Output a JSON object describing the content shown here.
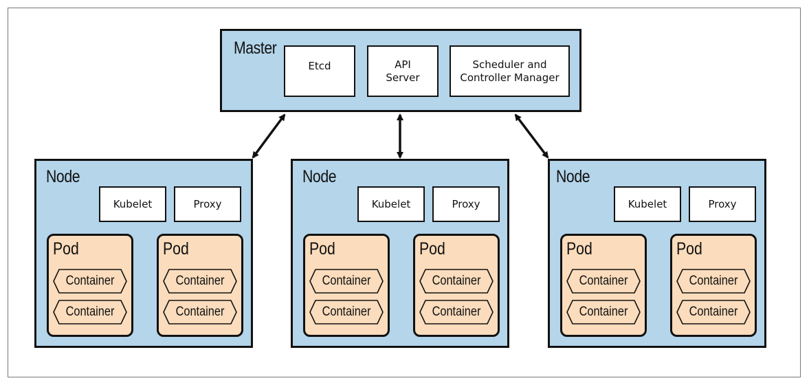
{
  "master": {
    "title": "Master",
    "components": [
      "Etcd",
      "API\nServer",
      "Scheduler and\nController Manager"
    ]
  },
  "nodes": [
    {
      "title": "Node",
      "kubelet": "Kubelet",
      "proxy": "Proxy",
      "pods": [
        {
          "title": "Pod",
          "containers": [
            "Container",
            "Container"
          ]
        },
        {
          "title": "Pod",
          "containers": [
            "Container",
            "Container"
          ]
        }
      ]
    },
    {
      "title": "Node",
      "kubelet": "Kubelet",
      "proxy": "Proxy",
      "pods": [
        {
          "title": "Pod",
          "containers": [
            "Container",
            "Container"
          ]
        },
        {
          "title": "Pod",
          "containers": [
            "Container",
            "Container"
          ]
        }
      ]
    },
    {
      "title": "Node",
      "kubelet": "Kubelet",
      "proxy": "Proxy",
      "pods": [
        {
          "title": "Pod",
          "containers": [
            "Container",
            "Container"
          ]
        },
        {
          "title": "Pod",
          "containers": [
            "Container",
            "Container"
          ]
        }
      ]
    }
  ],
  "colors": {
    "box_blue": "#b4d5ea",
    "pod_orange": "#fbdcbc",
    "border": "#111111"
  }
}
